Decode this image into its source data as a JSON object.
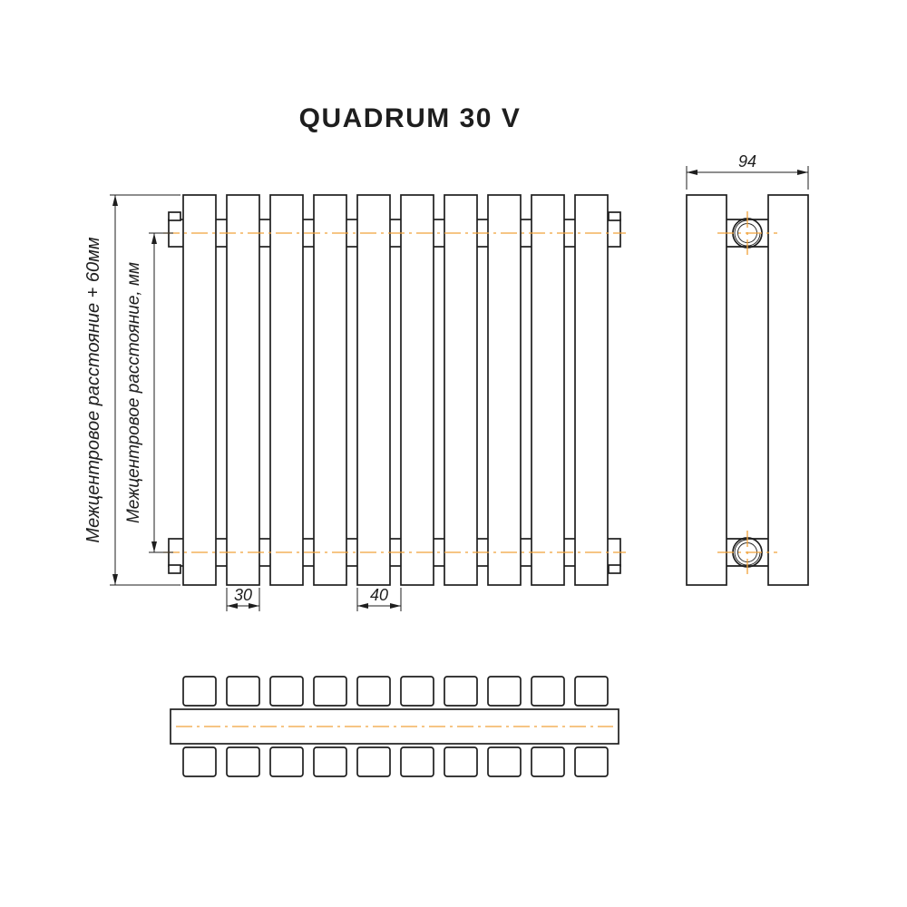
{
  "title": "QUADRUM 30 V",
  "front_view": {
    "slat_count": 10,
    "dim_outer_label": "Межцентровое расстояние + 60мм",
    "dim_inner_label": "Межцентровое расстояние, мм",
    "dim_slat_width": "30",
    "dim_slat_pitch": "40"
  },
  "side_view": {
    "dim_depth": "94"
  },
  "bottom_view": {
    "tube_count": 10
  },
  "colors": {
    "outline": "#1e1e1e",
    "centerline": "#f0a23a"
  }
}
